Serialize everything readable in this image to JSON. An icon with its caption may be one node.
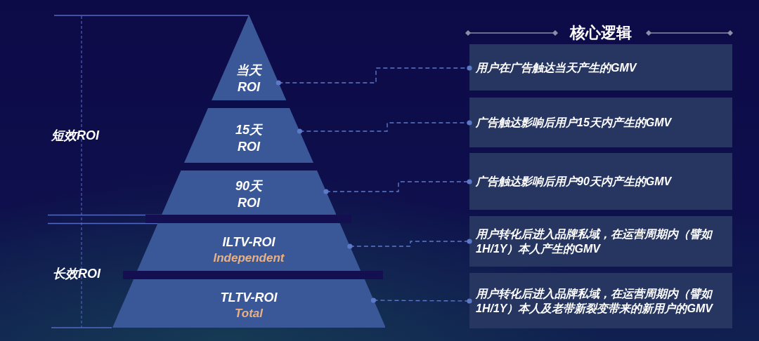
{
  "diagram": {
    "title": "核心逻辑",
    "nodes": [
      {
        "text": [
          "当天 ROI"
        ]
      },
      {
        "text": [
          "15天 ROI"
        ]
      },
      {
        "text": [
          "90天 ROI"
        ]
      },
      {
        "text": [
          "ILTV-ROI",
          "Independent"
        ]
      },
      {
        "text": [
          "TLTV-ROI",
          "Total"
        ]
      },
      {
        "text": [
          "用户在广告触达当天产生的GMV"
        ]
      },
      {
        "text": [
          "广告触达影响后用户15天内产生的GMV"
        ]
      },
      {
        "text": [
          "广告触达影响后用户90天内产生的GMV"
        ]
      },
      {
        "text": [
          "用户转化后进入品牌私域，在运营周期内（譬如1H/1Y）本人产生的GMV"
        ]
      },
      {
        "text": [
          "用户转化后进入品牌私域，在运营周期内（譬如1H/1Y）本人及老带新裂变带来的新用户的GMV"
        ]
      }
    ],
    "edges": [
      {
        "from": 0,
        "to": 5,
        "arrow": "other",
        "style": "dashed"
      },
      {
        "from": 1,
        "to": 6,
        "arrow": "other",
        "style": "dashed"
      },
      {
        "from": 2,
        "to": 7,
        "arrow": "other",
        "style": "dashed"
      },
      {
        "from": 3,
        "to": 8,
        "arrow": "other",
        "style": "dashed"
      },
      {
        "from": 4,
        "to": 9,
        "arrow": "other",
        "style": "dashed"
      }
    ],
    "labels": [
      "短效ROI",
      "长效ROI"
    ]
  }
}
